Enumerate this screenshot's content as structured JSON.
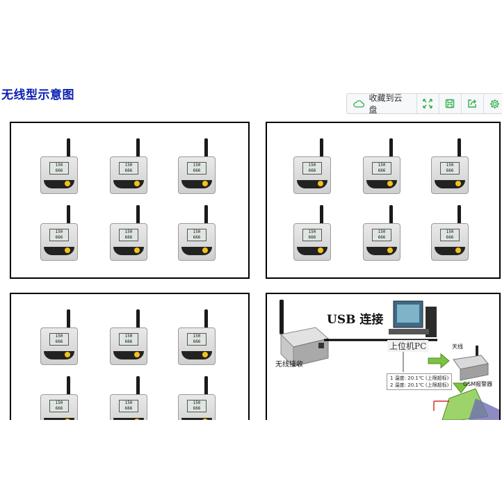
{
  "page": {
    "title": "无线型示意图"
  },
  "toolbar": {
    "save_label": "收藏到云盘",
    "icons": [
      "cloud-icon",
      "fullscreen-icon",
      "save-disk-icon",
      "share-icon",
      "settings-icon"
    ],
    "accent": "#2fae4a"
  },
  "devices": {
    "lcd_line1": "150",
    "lcd_line2": "666",
    "panels": [
      {
        "name": "top-left",
        "count": 6
      },
      {
        "name": "top-right",
        "count": 6
      },
      {
        "name": "bottom-left",
        "count": 6
      }
    ]
  },
  "diagram": {
    "usb_label": "USB 连接",
    "receiver_label": "无线接收",
    "pc_label": "上位机PC",
    "antenna_label": "天线",
    "gsm_label": "GSM报警器",
    "legend_line1": "1 温度: 20.1℃ (上限超标)",
    "legend_line2": "2 温度: 20.1℃ (上限超标)"
  }
}
